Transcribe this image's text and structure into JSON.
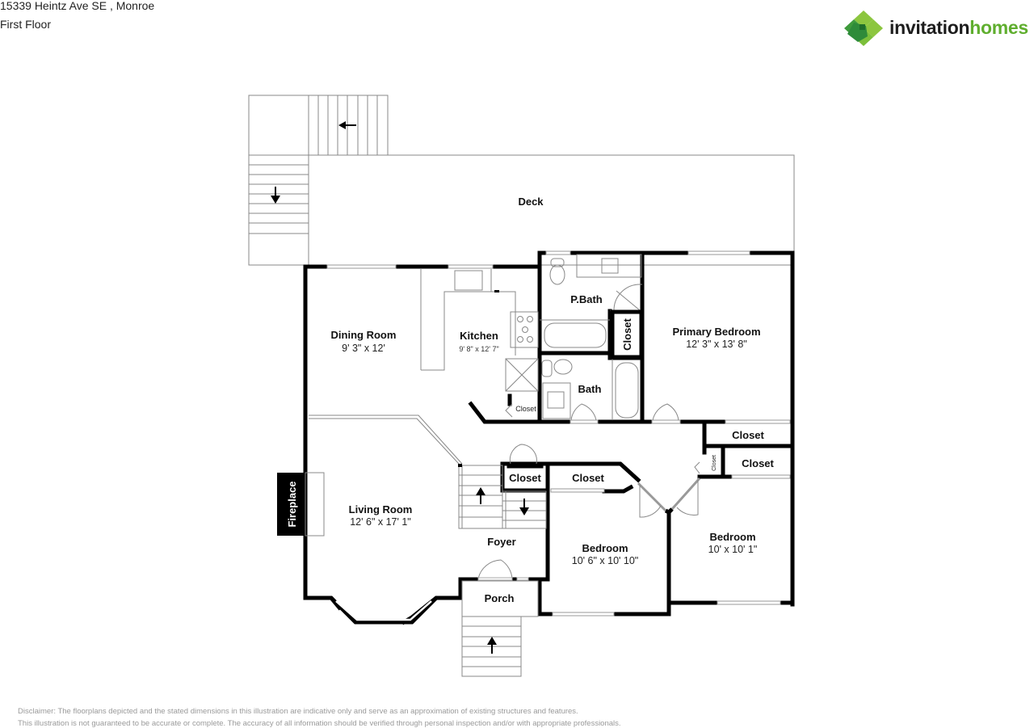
{
  "header": {
    "address": "15339 Heintz Ave SE , Monroe",
    "floor": "First Floor"
  },
  "logo": {
    "icon": "invitation-homes-logo-icon",
    "text_part1": "invitation",
    "text_part2": "homes",
    "colors": {
      "dark": "#1d1d1d",
      "green": "#5fae2e",
      "light_green": "#8cc63f",
      "dark_green": "#2e8b3a"
    }
  },
  "rooms": {
    "deck": {
      "name": "Deck"
    },
    "dining_room": {
      "name": "Dining Room",
      "dimensions": "9' 3\" x 12'"
    },
    "kitchen": {
      "name": "Kitchen",
      "dimensions": "9' 8\" x 12' 7\""
    },
    "p_bath": {
      "name": "P.Bath"
    },
    "bath": {
      "name": "Bath"
    },
    "primary_bedroom": {
      "name": "Primary Bedroom",
      "dimensions": "12' 3\" x 13' 8\""
    },
    "living_room": {
      "name": "Living Room",
      "dimensions": "12' 6\" x 17' 1\""
    },
    "fireplace": {
      "name": "Fireplace"
    },
    "foyer": {
      "name": "Foyer"
    },
    "porch": {
      "name": "Porch"
    },
    "bedroom_1": {
      "name": "Bedroom",
      "dimensions": "10' 6\" x 10' 10\""
    },
    "bedroom_2": {
      "name": "Bedroom",
      "dimensions": "10' x 10' 1\""
    },
    "closets": {
      "pbath_closet": "Closet",
      "kitchen_closet": "Closet",
      "foyer_closet": "Closet",
      "bedroom1_closet": "Closet",
      "hall_closet_upper": "Closet",
      "hall_closet_lower": "Closet",
      "hall_closet_small": "Closet"
    }
  },
  "disclaimer": {
    "line1": "Disclaimer: The floorplans depicted and the stated dimensions in this illustration are indicative only and serve as an approximation of existing structures and features.",
    "line2": "This illustration is not guaranteed to be accurate or complete. The accuracy of all information should be verified through personal inspection and/or with appropriate professionals."
  }
}
